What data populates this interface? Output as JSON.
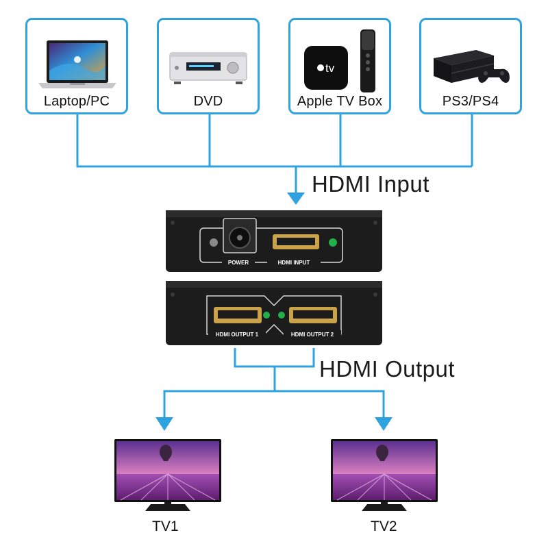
{
  "sources": [
    {
      "label": "Laptop/PC",
      "icon": "laptop-icon"
    },
    {
      "label": "DVD",
      "icon": "dvd-player-icon"
    },
    {
      "label": "Apple TV Box",
      "icon": "apple-tv-box-icon"
    },
    {
      "label": "PS3/PS4",
      "icon": "game-console-icon"
    }
  ],
  "apple_tv_logo_text": "tv",
  "input_label": "HDMI Input",
  "output_label": "HDMI Output",
  "splitter": {
    "input_side": {
      "power_label": "POWER",
      "hdmi_input_label": "HDMI INPUT"
    },
    "output_side": {
      "output1_label": "HDMI OUTPUT 1",
      "output2_label": "HDMI OUTPUT 2"
    }
  },
  "displays": [
    {
      "label": "TV1",
      "icon": "tv-icon"
    },
    {
      "label": "TV2",
      "icon": "tv-icon"
    }
  ],
  "colors": {
    "connector_lines": "#2ea3e0",
    "led": "#22b04a",
    "device_body": "#1c1c1c",
    "hdmi_port": "#c9a24a"
  }
}
